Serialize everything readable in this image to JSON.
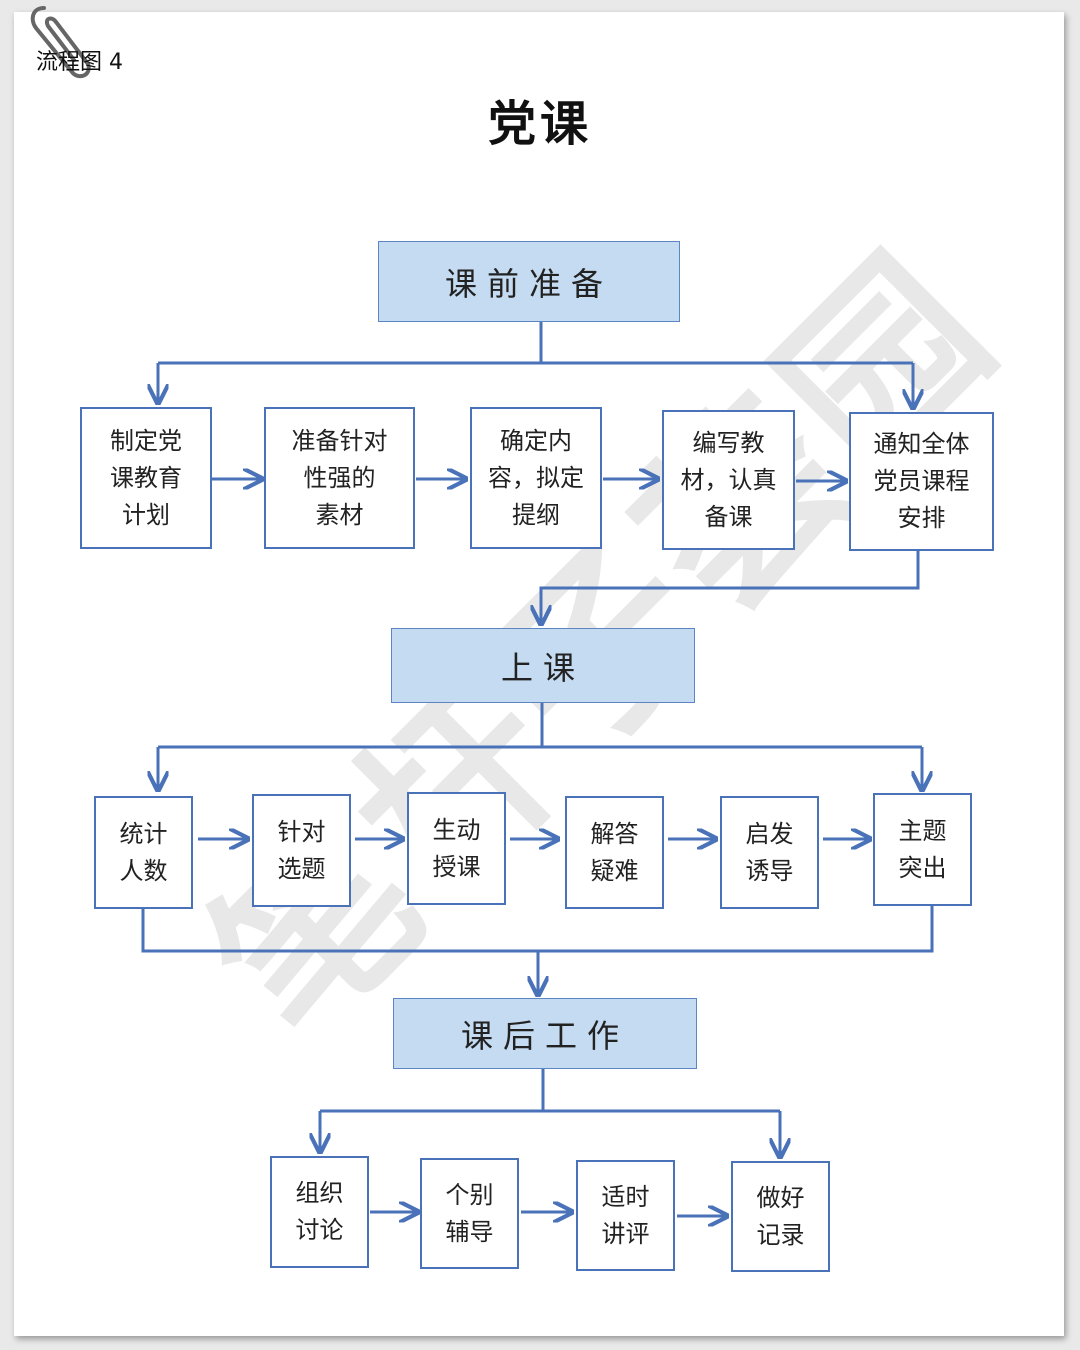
{
  "header": {
    "label": "流程图 4",
    "title": "党课"
  },
  "watermark_text": "笔杆子荟园",
  "stages": [
    {
      "id": "prep",
      "title": "课前准备",
      "steps": [
        "制定党\n课教育\n计划",
        "准备针对\n性强的\n素材",
        "确定内\n容，拟定\n提纲",
        "编写教\n材，认真\n备课",
        "通知全体\n党员课程\n安排"
      ]
    },
    {
      "id": "class",
      "title": "上课",
      "steps": [
        "统计\n人数",
        "针对\n选题",
        "生动\n授课",
        "解答\n疑难",
        "启发\n诱导",
        "主题\n突出"
      ]
    },
    {
      "id": "after",
      "title": "课后工作",
      "steps": [
        "组织\n讨论",
        "个别\n辅导",
        "适时\n讲评",
        "做好\n记录"
      ]
    }
  ],
  "colors": {
    "line": "#4a72b8",
    "stage_fill": "#c4dbf1",
    "watermark": "#d6d6d6"
  },
  "icons": [
    "paperclip-icon"
  ]
}
